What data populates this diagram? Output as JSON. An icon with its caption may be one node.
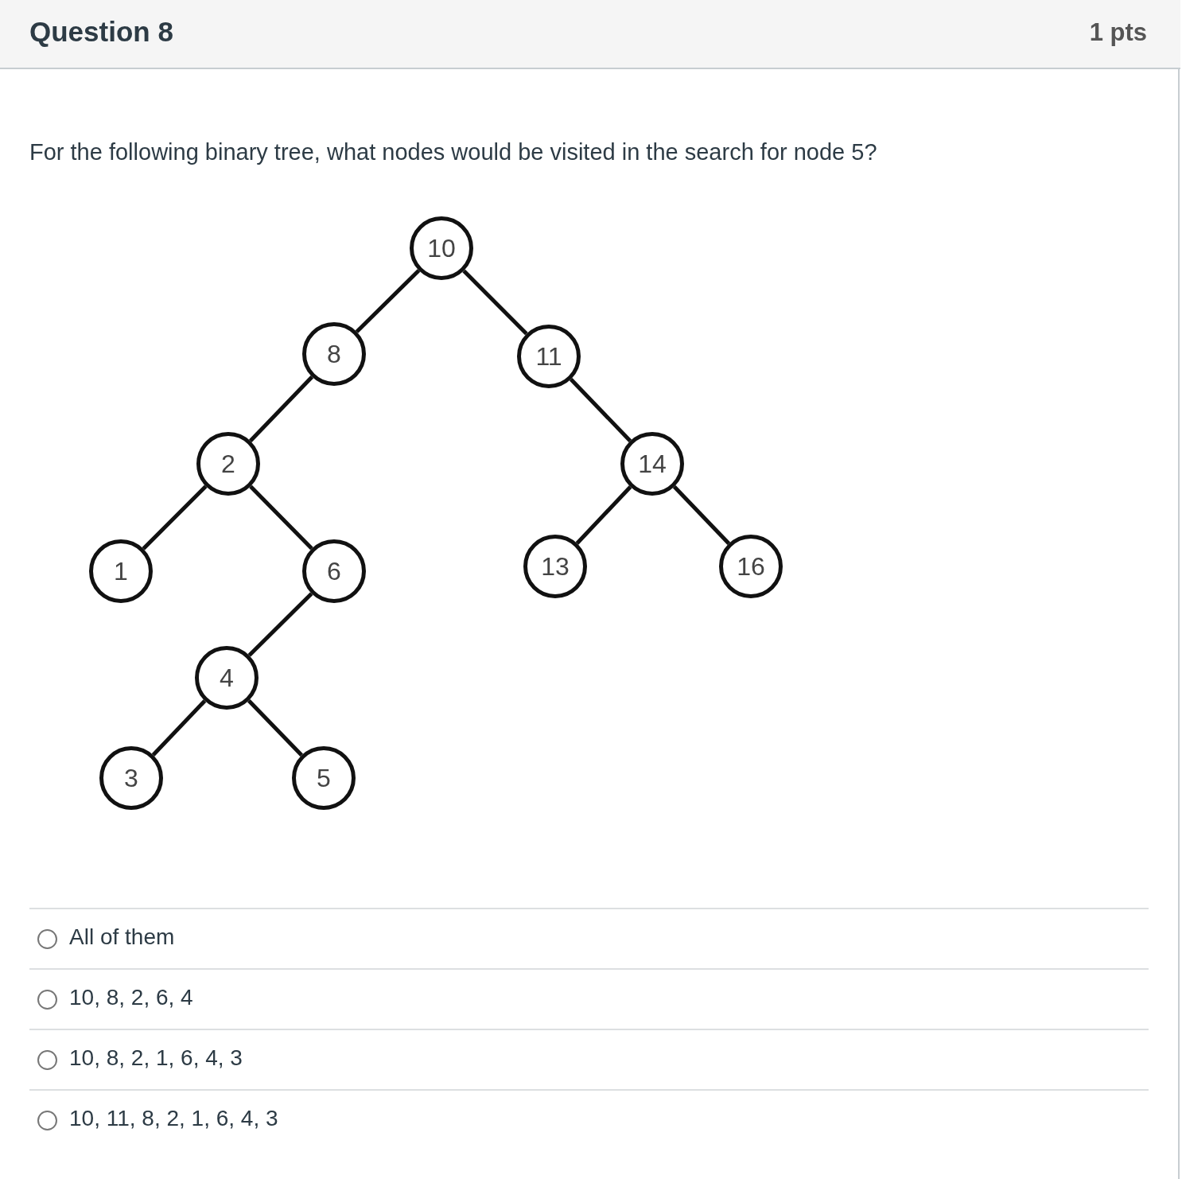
{
  "diagram": {
    "title": "Question 8",
    "nodes": [
      {
        "text": [
          "10"
        ]
      },
      {
        "text": [
          "8"
        ]
      },
      {
        "text": [
          "11"
        ]
      },
      {
        "text": [
          "2"
        ]
      },
      {
        "text": [
          "14"
        ]
      },
      {
        "text": [
          "1"
        ]
      },
      {
        "text": [
          "6"
        ]
      },
      {
        "text": [
          "13"
        ]
      },
      {
        "text": [
          "16"
        ]
      },
      {
        "text": [
          "4"
        ]
      },
      {
        "text": [
          "3"
        ]
      },
      {
        "text": [
          "5"
        ]
      }
    ],
    "edges": [
      {
        "from": 0,
        "to": 1,
        "arrow": "none"
      },
      {
        "from": 0,
        "to": 2,
        "arrow": "none"
      },
      {
        "from": 1,
        "to": 3,
        "arrow": "none"
      },
      {
        "from": 2,
        "to": 4,
        "arrow": "none"
      },
      {
        "from": 3,
        "to": 5,
        "arrow": "none"
      },
      {
        "from": 3,
        "to": 6,
        "arrow": "none"
      },
      {
        "from": 4,
        "to": 7,
        "arrow": "none"
      },
      {
        "from": 4,
        "to": 8,
        "arrow": "none"
      },
      {
        "from": 6,
        "to": 9,
        "arrow": "none"
      },
      {
        "from": 9,
        "to": 10,
        "arrow": "none"
      },
      {
        "from": 9,
        "to": 11,
        "arrow": "none"
      }
    ],
    "labels": [
      "1 pts",
      "For the following binary tree, what nodes would be visited in the search for node 5?",
      "All of them",
      "10, 8, 2, 6, 4",
      "10, 8, 2, 1, 6, 4, 3",
      "10, 11, 8, 2, 1, 6, 4, 3"
    ]
  }
}
